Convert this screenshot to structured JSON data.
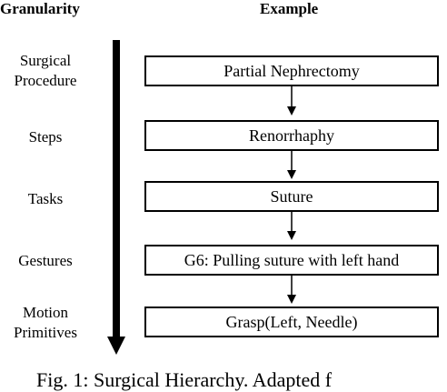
{
  "headers": {
    "granularity": "Granularity",
    "example": "Example"
  },
  "levels": [
    {
      "line1": "Surgical",
      "line2": "Procedure"
    },
    {
      "line1": "Steps",
      "line2": ""
    },
    {
      "line1": "Tasks",
      "line2": ""
    },
    {
      "line1": "Gestures",
      "line2": ""
    },
    {
      "line1": "Motion",
      "line2": "Primitives"
    }
  ],
  "examples": [
    "Partial Nephrectomy",
    "Renorrhaphy",
    "Suture",
    "G6: Pulling suture with left hand",
    "Grasp(Left, Needle)"
  ],
  "caption": "Fig. 1: Surgical Hierarchy. Adapted f"
}
